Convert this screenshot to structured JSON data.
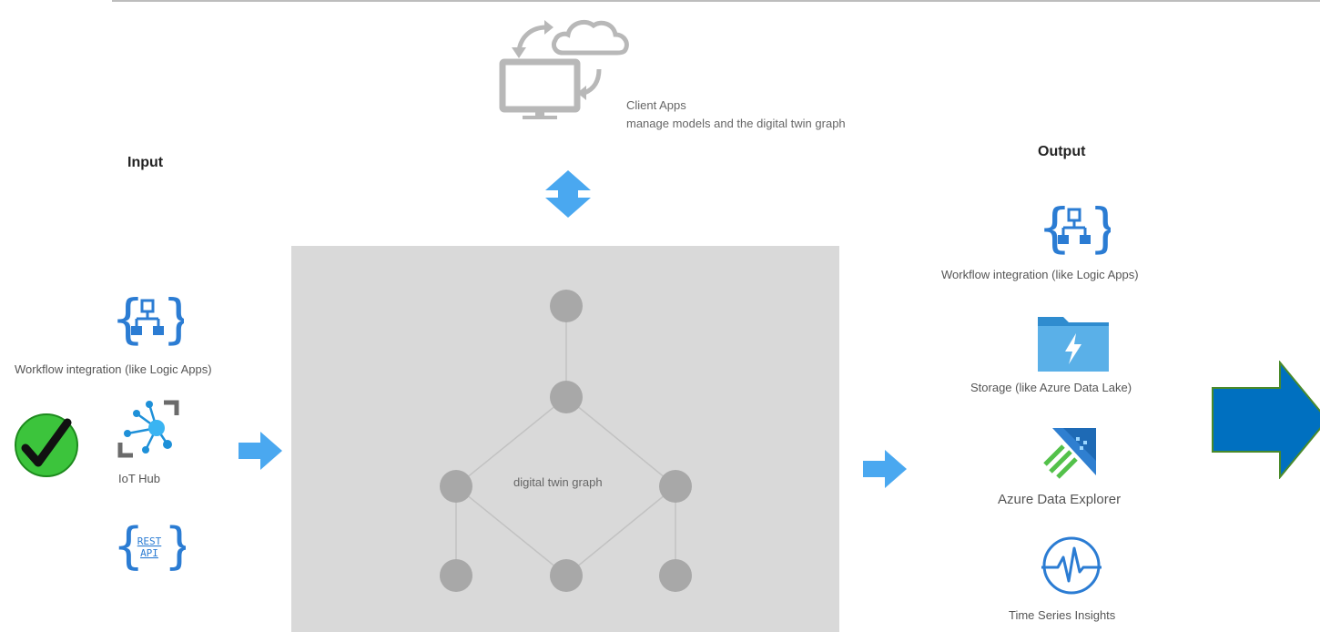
{
  "client": {
    "title": "Client Apps",
    "subtitle": "manage models and the digital twin graph",
    "icon": "monitor-cloud-sync-icon"
  },
  "input": {
    "heading": "Input",
    "items": [
      {
        "label": "Workflow integration (like Logic Apps)",
        "icon": "logic-apps-icon"
      },
      {
        "label": "IoT Hub",
        "icon": "iot-hub-icon"
      },
      {
        "label": "",
        "icon": "rest-api-icon",
        "icon_text": [
          "REST",
          "API"
        ]
      }
    ],
    "check": "green-checkmark-icon"
  },
  "graph": {
    "label": "digital twin graph"
  },
  "output": {
    "heading": "Output",
    "items": [
      {
        "label": "Workflow integration (like Logic Apps)",
        "icon": "logic-apps-icon"
      },
      {
        "label": "Storage (like Azure Data Lake)",
        "icon": "folder-bolt-icon"
      },
      {
        "label": "Azure Data Explorer",
        "icon": "data-explorer-icon"
      },
      {
        "label": "Time Series Insights",
        "icon": "pulse-circle-icon"
      }
    ]
  },
  "colors": {
    "accent_blue": "#4aa8f0",
    "icon_blue": "#2b7cd3",
    "big_arrow_fill": "#0070c0",
    "big_arrow_stroke": "#4a8a2a",
    "check_green": "#3cc43c",
    "graph_bg": "#d9d9d9",
    "node_grey": "#a8a8a8"
  }
}
